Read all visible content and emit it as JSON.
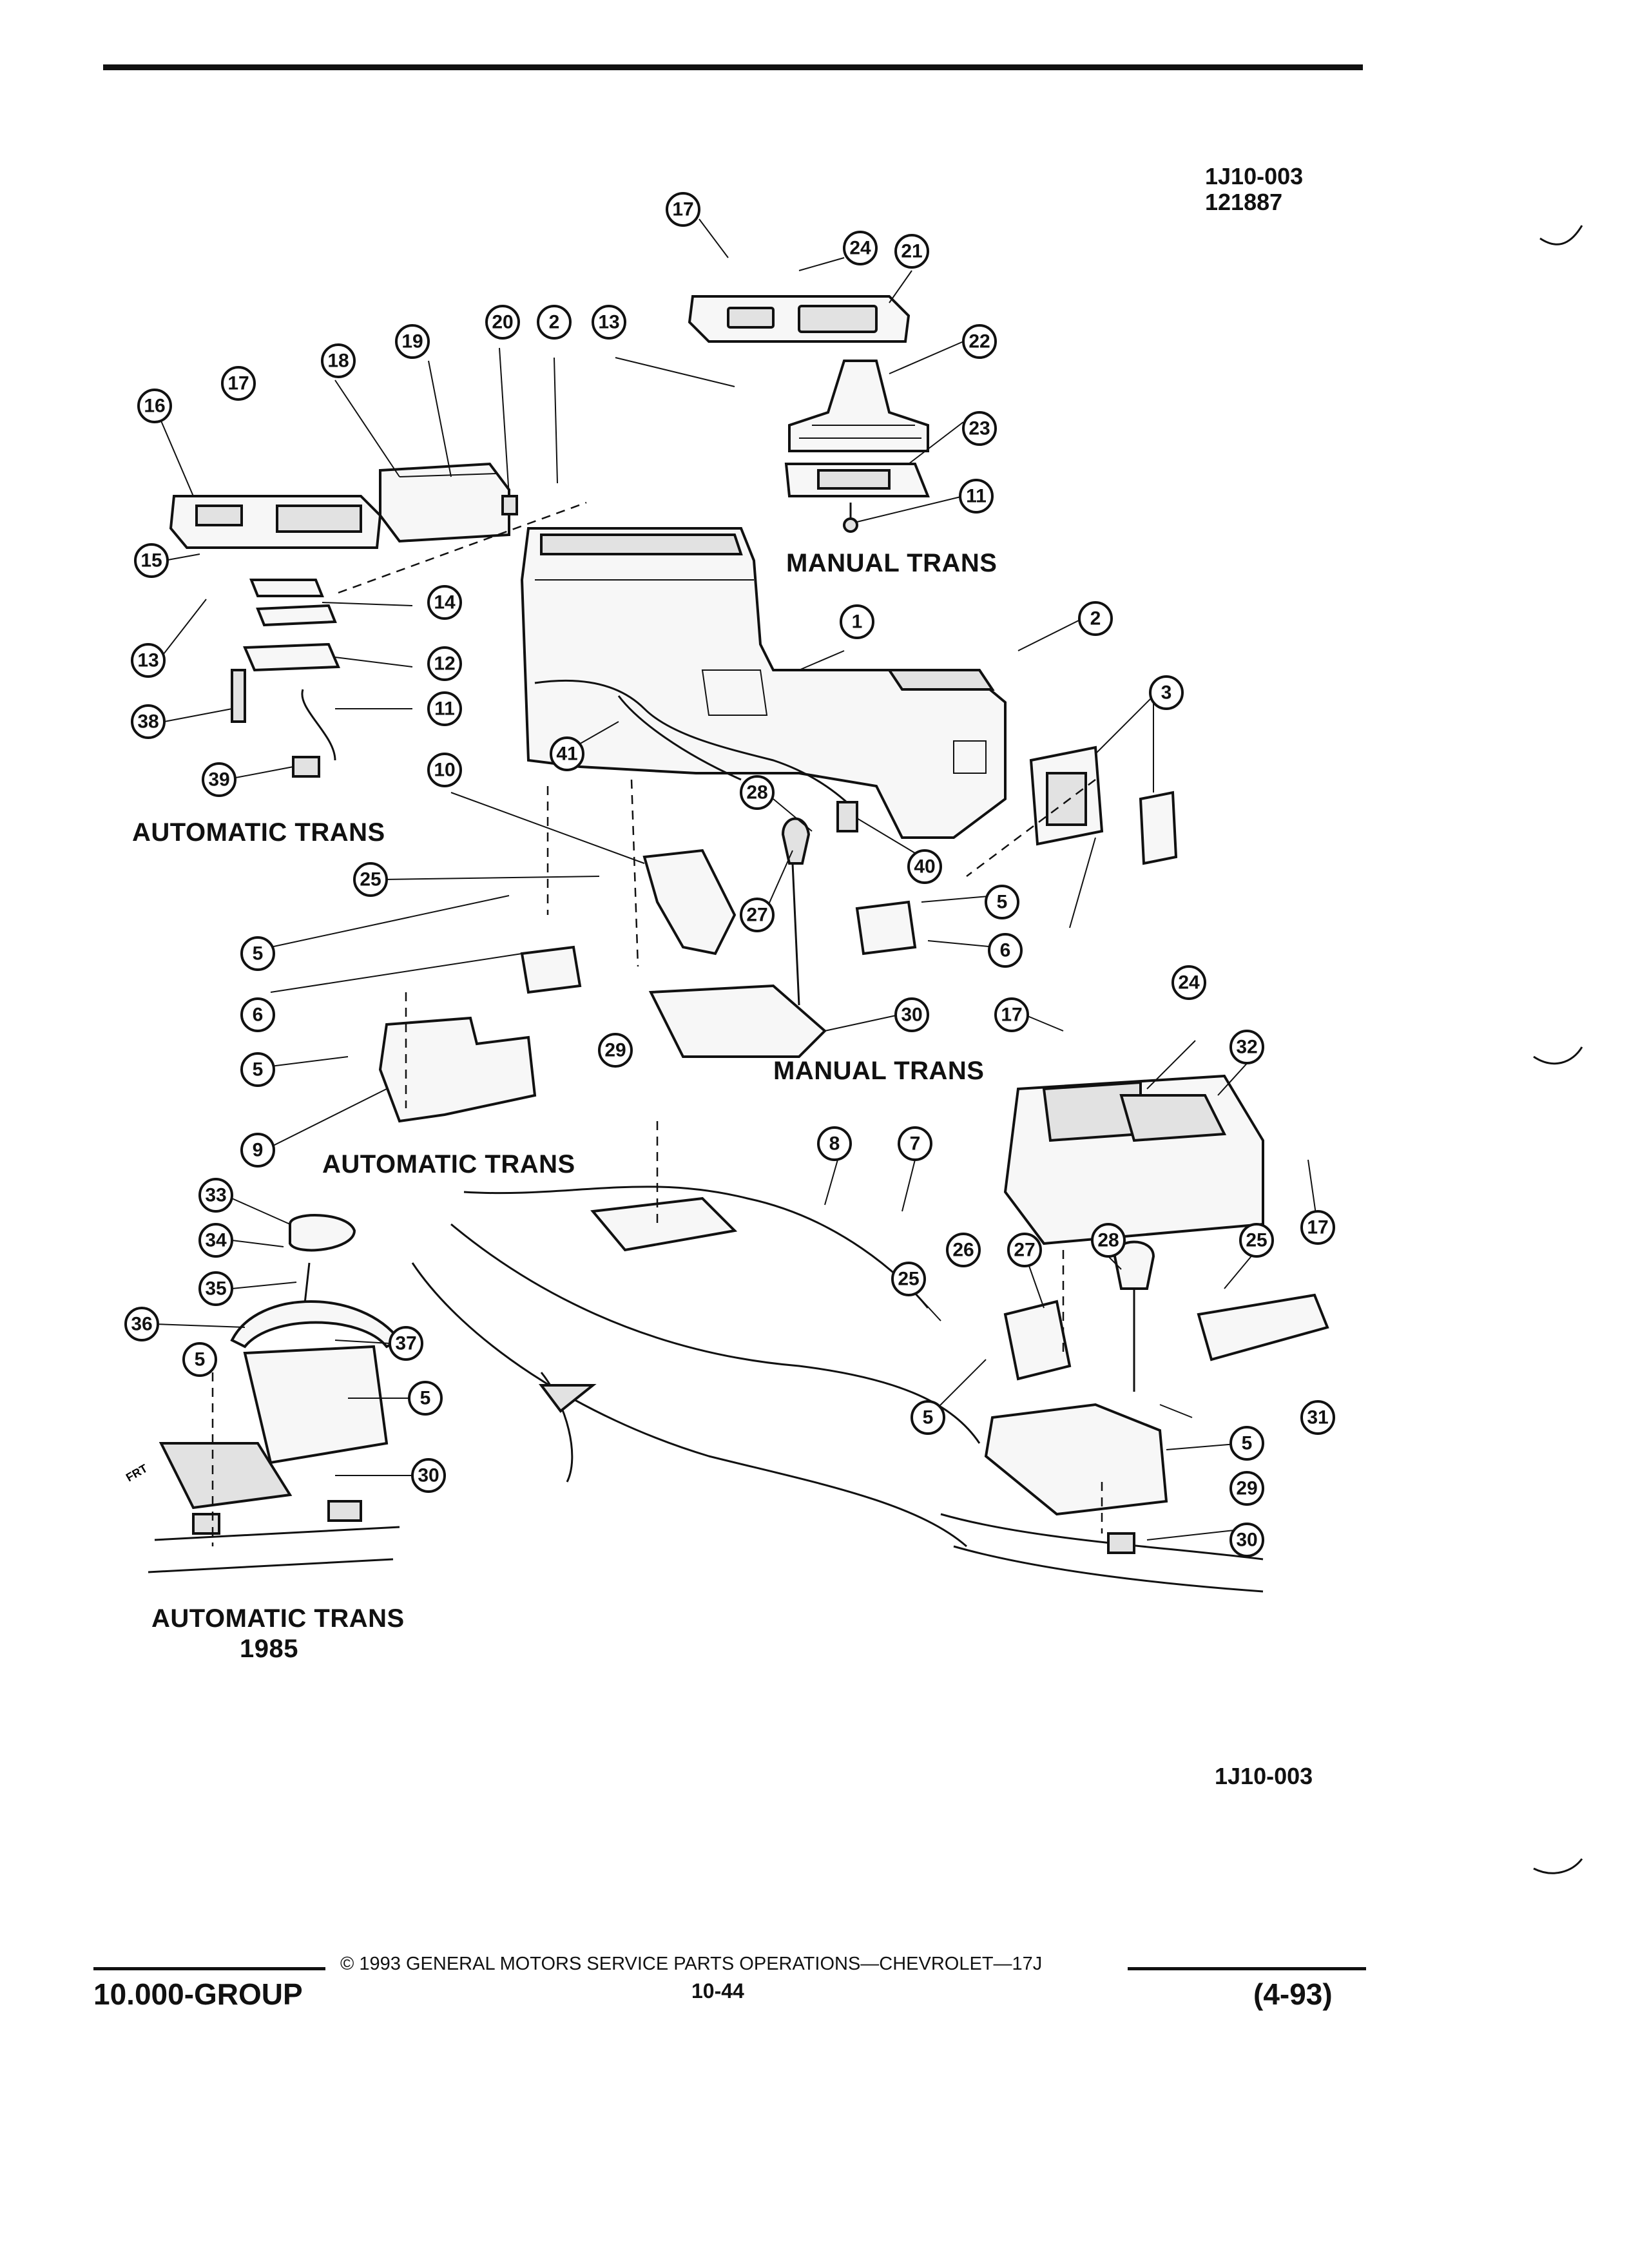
{
  "header": {
    "figure_code": "1J10-003",
    "figure_date": "121887"
  },
  "labels": {
    "manual_trans_top": "MANUAL TRANS",
    "automatic_trans_left": "AUTOMATIC TRANS",
    "manual_trans_mid": "MANUAL TRANS",
    "automatic_trans_mid": "AUTOMATIC TRANS",
    "automatic_trans_1985": "AUTOMATIC TRANS",
    "year_1985": "1985",
    "frt": "FRT"
  },
  "callouts": [
    "17",
    "24",
    "21",
    "20",
    "2",
    "13",
    "19",
    "18",
    "22",
    "16",
    "17",
    "23",
    "11",
    "15",
    "14",
    "13",
    "12",
    "38",
    "11",
    "39",
    "10",
    "41",
    "2",
    "1",
    "3",
    "25",
    "28",
    "27",
    "40",
    "5",
    "5",
    "6",
    "6",
    "30",
    "24",
    "17",
    "32",
    "5",
    "29",
    "9",
    "8",
    "7",
    "33",
    "34",
    "28",
    "27",
    "26",
    "25",
    "17",
    "35",
    "36",
    "37",
    "5",
    "5",
    "25",
    "31",
    "5",
    "5",
    "29",
    "30",
    "30"
  ],
  "figure_code_bottom": "1J10-003",
  "footer": {
    "copyright": "© 1993 GENERAL MOTORS SERVICE PARTS OPERATIONS—CHEVROLET—17J",
    "group": "10.000-GROUP",
    "page": "10-44",
    "revision": "(4-93)"
  }
}
